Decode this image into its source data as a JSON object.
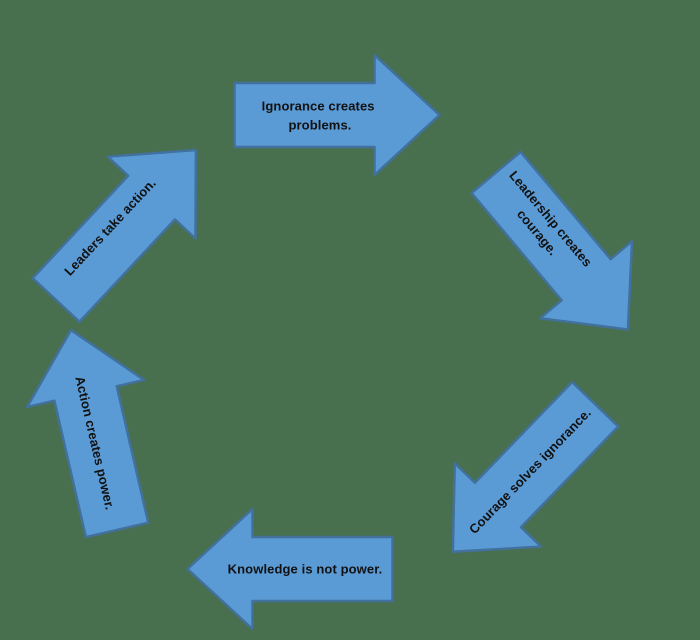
{
  "colors": {
    "background": "#48704E",
    "arrow_fill": "#5B9BD5",
    "arrow_stroke": "#41719C",
    "label_text": "#111111"
  },
  "cycle": {
    "steps": [
      {
        "name": "ignorance-creates-problems",
        "lines": [
          "Ignorance creates",
          "problems."
        ]
      },
      {
        "name": "leadership-creates-courage",
        "lines": [
          "Leadership creates",
          "courage."
        ]
      },
      {
        "name": "courage-solves-ignorance",
        "lines": [
          "Courage solves ignorance."
        ]
      },
      {
        "name": "knowledge-is-not-power",
        "lines": [
          "Knowledge is not power."
        ]
      },
      {
        "name": "action-creates-power",
        "lines": [
          "Action creates power."
        ]
      },
      {
        "name": "leaders-take-action",
        "lines": [
          "Leaders take action."
        ]
      }
    ]
  }
}
